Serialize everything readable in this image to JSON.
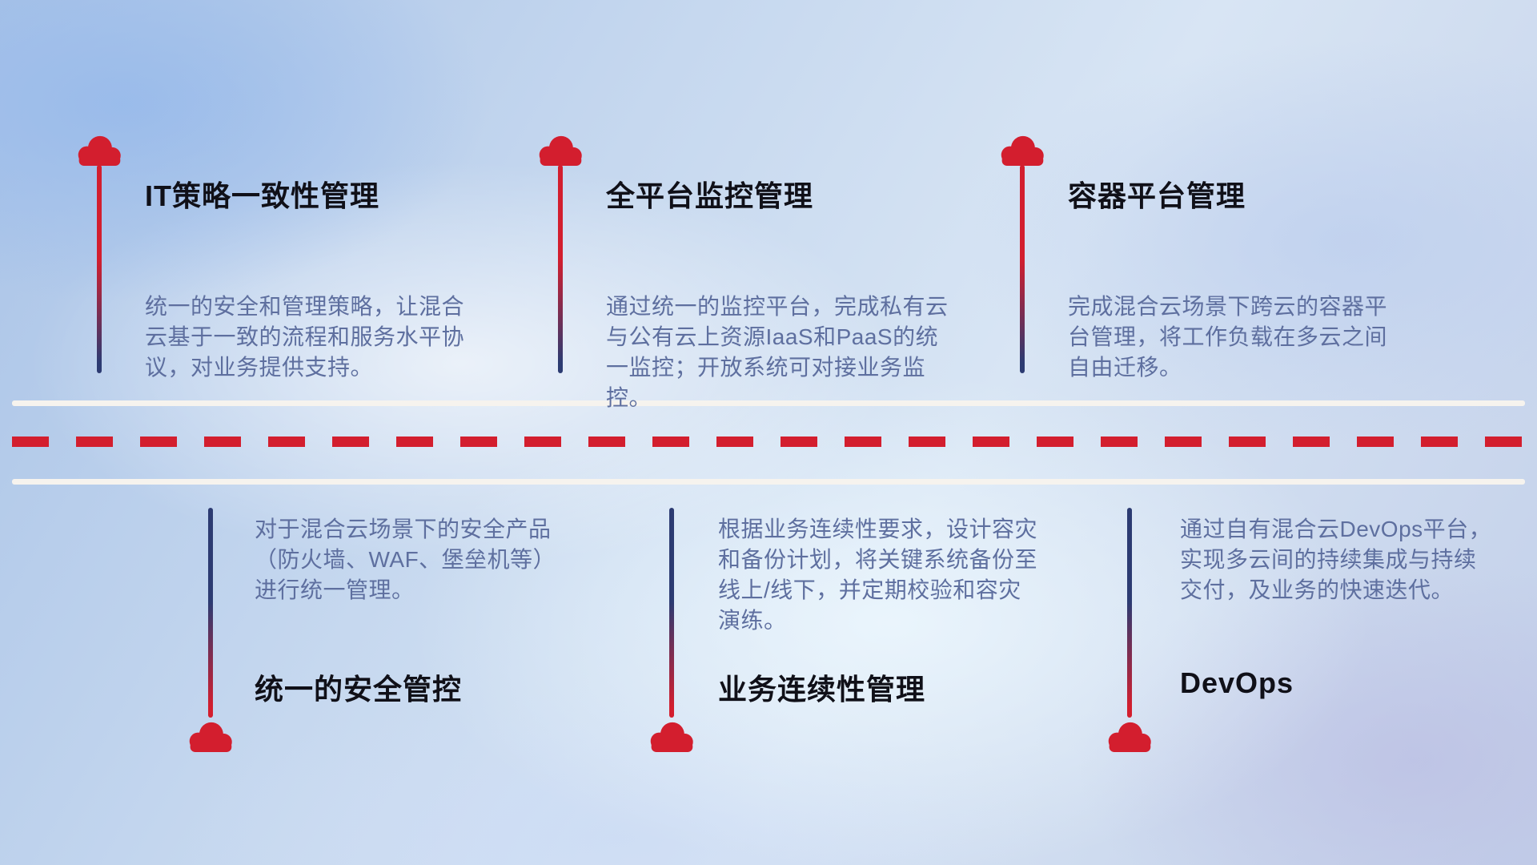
{
  "colors": {
    "accent_red": "#d31e2e",
    "navy": "#2c3b72",
    "title_text": "#101018",
    "body_text": "#5e6f9f",
    "road_line": "#f6f3ee"
  },
  "top_items": [
    {
      "title": "IT策略一致性管理",
      "description": "统一的安全和管理策略，让混合云基于一致的流程和服务水平协议，对业务提供支持。"
    },
    {
      "title": "全平台监控管理",
      "description": "通过统一的监控平台，完成私有云与公有云上资源IaaS和PaaS的统一监控；开放系统可对接业务监控。"
    },
    {
      "title": "容器平台管理",
      "description": "完成混合云场景下跨云的容器平台管理，将工作负载在多云之间自由迁移。"
    }
  ],
  "bottom_items": [
    {
      "title": "统一的安全管控",
      "description": "对于混合云场景下的安全产品（防火墙、WAF、堡垒机等）进行统一管理。"
    },
    {
      "title": "业务连续性管理",
      "description": "根据业务连续性要求，设计容灾和备份计划，将关键系统备份至线上/线下，并定期校验和容灾演练。"
    },
    {
      "title": "DevOps",
      "description": "通过自有混合云DevOps平台，实现多云间的持续集成与持续交付，及业务的快速迭代。"
    }
  ]
}
